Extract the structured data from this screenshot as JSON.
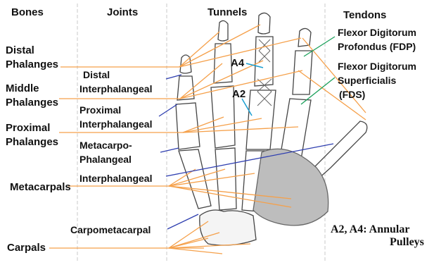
{
  "headers": {
    "bones": "Bones",
    "joints": "Joints",
    "tunnels": "Tunnels",
    "tendons": "Tendons"
  },
  "bones": {
    "distal": [
      "Distal",
      "Phalanges"
    ],
    "middle": [
      "Middle",
      "Phalanges"
    ],
    "proximal": [
      "Proximal",
      "Phalanges"
    ],
    "metacarpals": "Metacarpals",
    "carpals": "Carpals"
  },
  "joints": {
    "dip": [
      "Distal",
      "Interphalangeal"
    ],
    "pip": [
      "Proximal",
      "Interphalangeal"
    ],
    "mcp": [
      "Metacarpo-",
      "Phalangeal"
    ],
    "ip": "Interphalangeal",
    "cmc": "Carpometacarpal"
  },
  "pulleys": {
    "a4": "A4",
    "a2": "A2"
  },
  "tendons": {
    "fdp": [
      "Flexor Digitorum",
      "Profondus (FDP)"
    ],
    "fds": [
      "Flexor Digitorum",
      "Superficialis",
      "(FDS)"
    ]
  },
  "note": [
    "A2, A4: Annular",
    "Pulleys"
  ],
  "colors": {
    "leader_orange": "#f5a04a",
    "leader_blue": "#2f3fb0",
    "leader_green": "#1aa05a",
    "leader_cyan": "#1a9ed0",
    "divider": "#c8c8c8",
    "bone_outline": "#444444",
    "muscle": "#9a9a9a"
  }
}
